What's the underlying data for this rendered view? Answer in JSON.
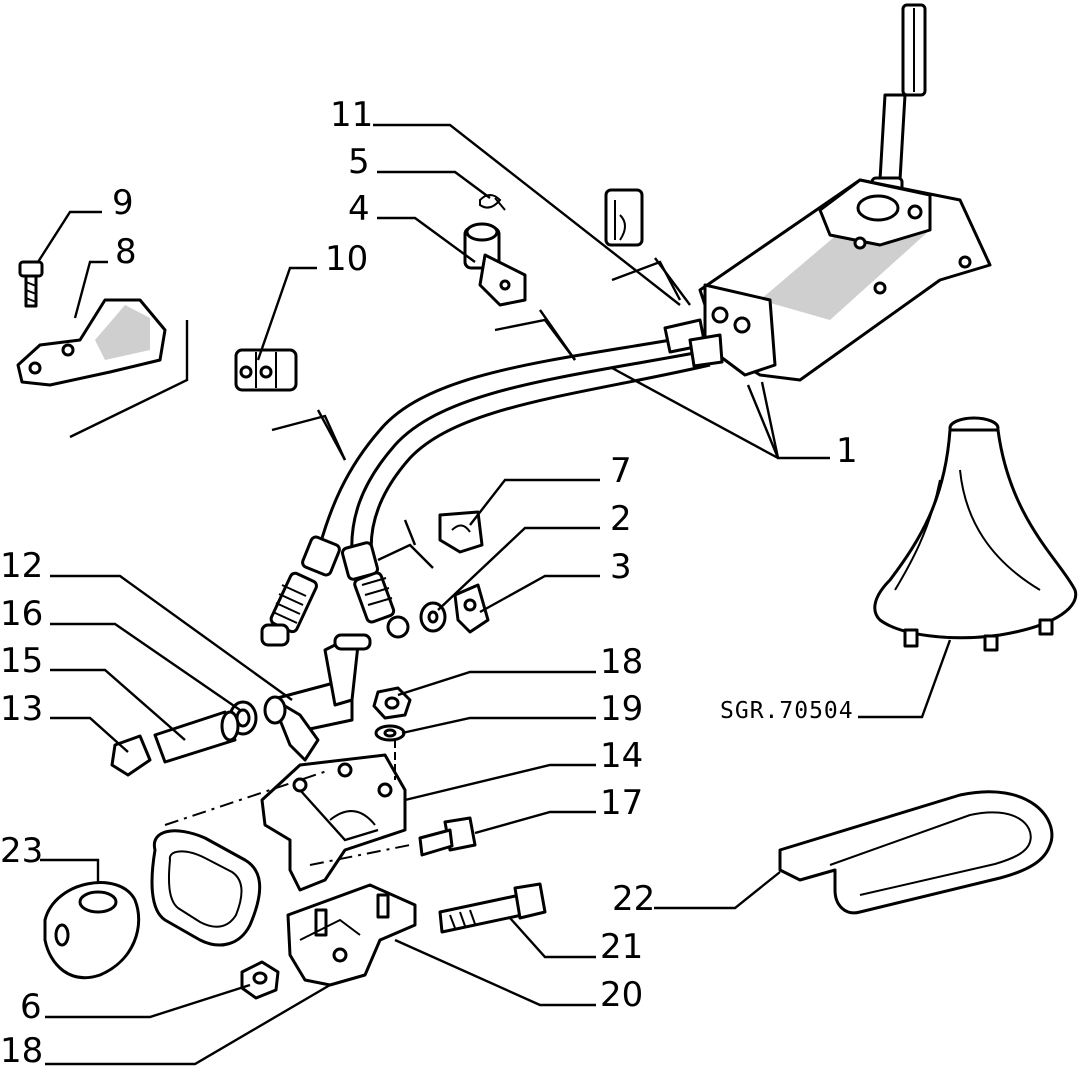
{
  "diagram": {
    "reference_code": "SGR.70504",
    "callouts": [
      {
        "label": "11"
      },
      {
        "label": "5"
      },
      {
        "label": "4"
      },
      {
        "label": "9"
      },
      {
        "label": "8"
      },
      {
        "label": "10"
      },
      {
        "label": "1"
      },
      {
        "label": "7"
      },
      {
        "label": "2"
      },
      {
        "label": "3"
      },
      {
        "label": "12"
      },
      {
        "label": "16"
      },
      {
        "label": "15"
      },
      {
        "label": "13"
      },
      {
        "label": "18"
      },
      {
        "label": "19"
      },
      {
        "label": "14"
      },
      {
        "label": "17"
      },
      {
        "label": "23"
      },
      {
        "label": "22"
      },
      {
        "label": "21"
      },
      {
        "label": "20"
      },
      {
        "label": "6"
      },
      {
        "label": "18"
      }
    ]
  }
}
